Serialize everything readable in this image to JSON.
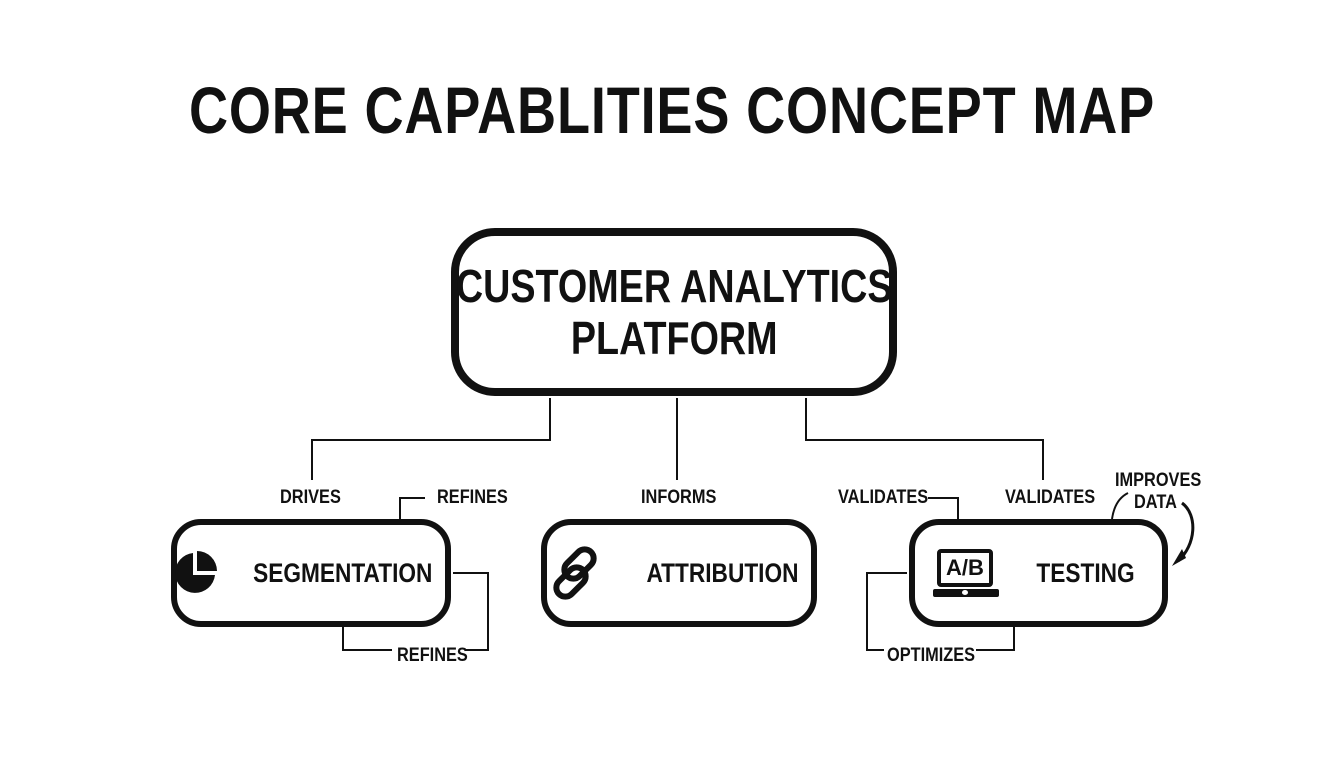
{
  "title": "CORE CAPABLITIES CONCEPT MAP",
  "central_node": {
    "line1": "CUSTOMER ANALYTICS",
    "line2": "PLATFORM"
  },
  "nodes": {
    "segmentation": {
      "label": "SEGMENTATION",
      "icon": "pie-chart-icon"
    },
    "attribution": {
      "label": "ATTRIBUTION",
      "icon": "chain-link-icon"
    },
    "testing": {
      "label": "TESTING",
      "icon": "ab-laptop-icon",
      "icon_text": "A/B"
    }
  },
  "edge_labels": {
    "drives": "DRIVES",
    "refines_top": "REFINES",
    "refines_bottom": "REFINES",
    "informs": "INFORMS",
    "validates_left": "VALIDATES",
    "validates_right": "VALIDATES",
    "improves_line1": "IMPROVES",
    "improves_line2": "DATA",
    "optimizes": "OPTIMIZES"
  },
  "colors": {
    "ink": "#111111",
    "background": "#ffffff"
  }
}
